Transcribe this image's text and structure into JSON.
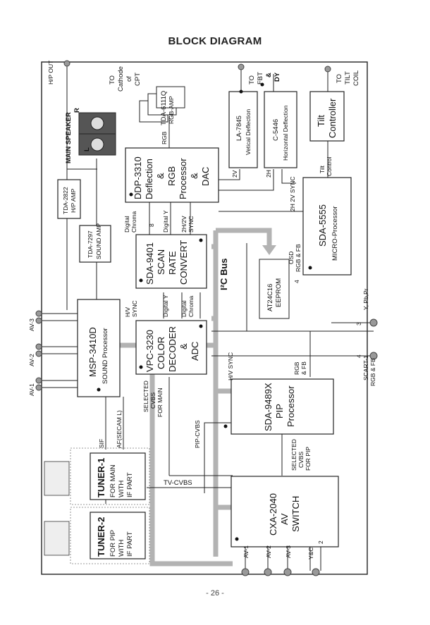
{
  "page": {
    "title": "BLOCK DIAGRAM",
    "footer": "- 26 -"
  },
  "blocks": {
    "tuner2": {
      "title": "TUNER-2",
      "lines": [
        "FOR PIP",
        "WITH",
        "IF PART"
      ]
    },
    "tuner1": {
      "title": "TUNER-1",
      "lines": [
        "FOR MAIN",
        "WITH",
        "IF PART"
      ]
    },
    "cxa": {
      "title": "CXA-2040",
      "lines": [
        "AV",
        "SWITCH"
      ]
    },
    "sda9489": {
      "title": "SDA-9489X",
      "lines": [
        "PIP",
        "Processor"
      ]
    },
    "vpc": {
      "title": "VPC-3230",
      "lines": [
        "COLOR",
        "DECODER",
        "&",
        "ADC"
      ]
    },
    "sda9401": {
      "title": "SDA-9401",
      "lines": [
        "SCAN",
        "RATE",
        "CONVERT"
      ]
    },
    "ddp": {
      "title": "DDP-3310",
      "lines": [
        "Deflection",
        "&",
        "RGB",
        "Processor",
        "&",
        "DAC"
      ]
    },
    "tda6111": {
      "title": "TDA-6111Q",
      "lines": [
        "RGB-AMP"
      ]
    },
    "la7845": {
      "title": "LA-7845",
      "lines": [
        "Vetical Deflection"
      ]
    },
    "c5446": {
      "title": "C-5446",
      "lines": [
        "Horizontal Deflection"
      ]
    },
    "tilt": {
      "title": "Tilt",
      "lines": [
        "Controller"
      ]
    },
    "sda5555": {
      "title": "SDA-5555",
      "lines": [
        "MICRO-Processor"
      ]
    },
    "eeprom": {
      "title": "AT24C16",
      "lines": [
        "EEPROM"
      ]
    },
    "msp": {
      "title": "MSP-3410D",
      "lines": [
        "SOUND Processor"
      ]
    },
    "tda7297": {
      "title": "TDA-7297",
      "lines": [
        "SOUND AMP"
      ]
    },
    "tda2822": {
      "title": "TDA-2822",
      "lines": [
        "H/P AMP"
      ]
    }
  },
  "signals": {
    "tv_cvbs": "TV-CVBS",
    "pip_cvbs": "PIP-CVBS",
    "sel_pip": [
      "SELECTED",
      "CVBS",
      "FOR PIP"
    ],
    "sel_main": [
      "SELECTED",
      "CVBS",
      "FOR MAIN"
    ],
    "hv_sync": "H/V SYNC",
    "rgb_fb": [
      "RGB",
      "& FB"
    ],
    "hv_sync2": [
      "H/V",
      "SYNC"
    ],
    "digital_y": "Digital Y",
    "digital_chroma": [
      "Digital",
      "Chroma"
    ],
    "eight": "8",
    "sync_2h2v": [
      "2H/2V",
      "SYNC"
    ],
    "rgb": "RGB",
    "two_v": "2V",
    "two_h": "2H",
    "sync_2h2v_b": "2H  2V SYNC",
    "osd": [
      "OSD",
      "RGB & FB"
    ],
    "i2c": "I²C Bus",
    "tilt_control": [
      "Tilt",
      "Control"
    ],
    "sif": "SIF",
    "af": "AF(SECAM L)",
    "four": "4"
  },
  "io": {
    "to_cathode": [
      "TO",
      "Cathode",
      "of",
      "CPT"
    ],
    "to_fbt": [
      "TO",
      "FBT",
      "&",
      "DY"
    ],
    "to_tilt": [
      "TO",
      "TILT",
      "COIL"
    ],
    "main_speaker": "MAIN SPEAKER",
    "r": "R",
    "l": "L",
    "hp_out": "H/P OUT",
    "av3_left": "AV-3",
    "av2_left": "AV-2",
    "av1_left": "AV-1",
    "ypbpr": [
      "3",
      "Y, Pb,Pr"
    ],
    "scart": [
      "4",
      "SCART-1",
      "RGB & FB"
    ],
    "bottom_inputs": [
      "AV-1",
      "AV-2",
      "AV-3",
      "Y&C"
    ],
    "bottom_two": "2"
  }
}
